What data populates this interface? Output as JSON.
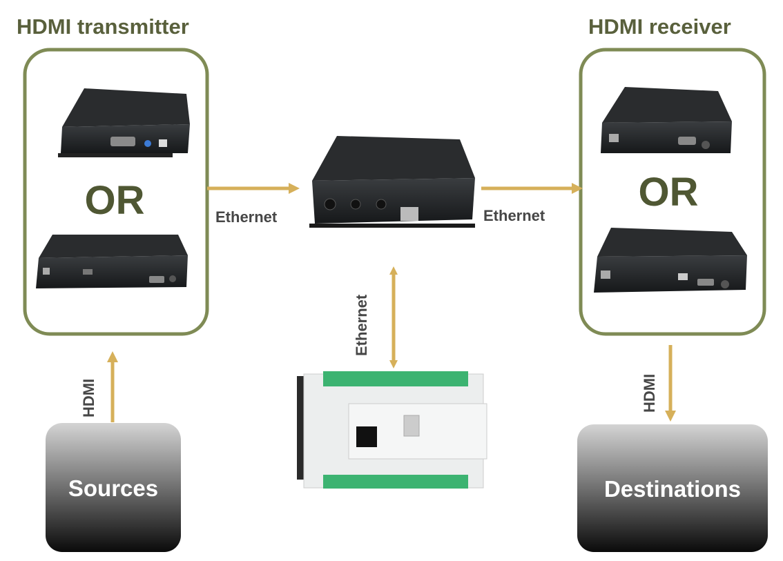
{
  "transmitter": {
    "title": "HDMI transmitter",
    "or_label": "OR"
  },
  "receiver": {
    "title": "HDMI receiver",
    "or_label": "OR"
  },
  "links": {
    "tx_to_extender": "Ethernet",
    "extender_to_rx": "Ethernet",
    "extender_to_plc": "Ethernet",
    "sources_to_tx": "HDMI",
    "rx_to_destinations": "HDMI"
  },
  "sources": {
    "label": "Sources"
  },
  "destinations": {
    "label": "Destinations"
  },
  "colors": {
    "title": "#59603c",
    "box_border": "#7f8b55",
    "arrow": "#d6b05a",
    "label": "#464646"
  }
}
